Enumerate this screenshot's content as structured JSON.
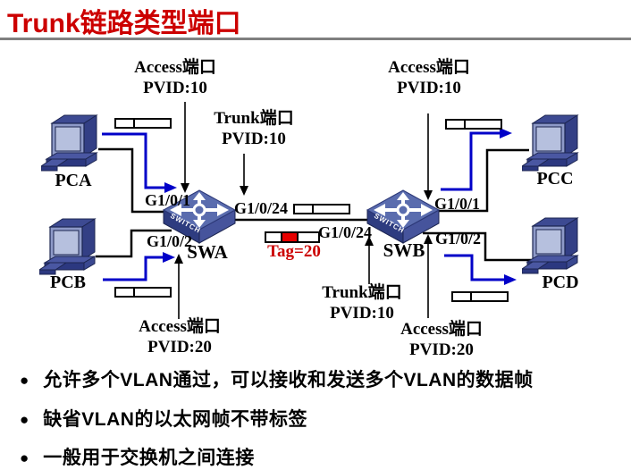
{
  "title": "Trunk链路类型端口",
  "colors": {
    "accent_red": "#cc0000",
    "line_blue": "#0000c8",
    "divider_gray": "#7f7f7f",
    "frame_tag_red": "#e80000"
  },
  "diagram": {
    "labels": {
      "access_top_left": {
        "line1": "Access端口",
        "line2": "PVID:10"
      },
      "trunk_top": {
        "line1": "Trunk端口",
        "line2": "PVID:10"
      },
      "access_top_right": {
        "line1": "Access端口",
        "line2": "PVID:10"
      },
      "access_bottom_left": {
        "line1": "Access端口",
        "line2": "PVID:20"
      },
      "trunk_bottom": {
        "line1": "Trunk端口",
        "line2": "PVID:10"
      },
      "access_bottom_right": {
        "line1": "Access端口",
        "line2": "PVID:20"
      }
    },
    "devices": {
      "pca": "PCA",
      "pcb": "PCB",
      "pcc": "PCC",
      "pcd": "PCD",
      "swa": "SWA",
      "swb": "SWB",
      "switch_body_text": "SWITCH"
    },
    "ports": {
      "swa_g101": "G1/0/1",
      "swa_g102": "G1/0/2",
      "swa_g1024": "G1/0/24",
      "swb_g101": "G1/0/1",
      "swb_g102": "G1/0/2",
      "swb_g1024": "G1/0/24"
    },
    "tag_label": "Tag=20"
  },
  "bullets": [
    "允许多个VLAN通过，可以接收和发送多个VLAN的数据帧",
    "缺省VLAN的以太网帧不带标签",
    "一般用于交换机之间连接"
  ]
}
